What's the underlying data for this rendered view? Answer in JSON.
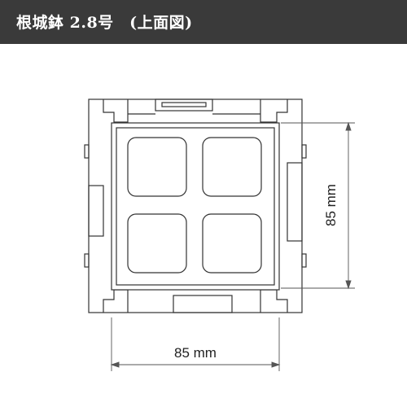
{
  "header": {
    "title": "根城鉢 2.8号　(上面図)",
    "background": "#3a3a3a",
    "text_color": "#ffffff"
  },
  "drawing": {
    "line_color": "#333333",
    "fill_color": "#ffffff",
    "dimension_color": "#555555",
    "cells": 4
  },
  "dimensions": {
    "width_label": "85 mm",
    "height_label": "85 mm"
  }
}
